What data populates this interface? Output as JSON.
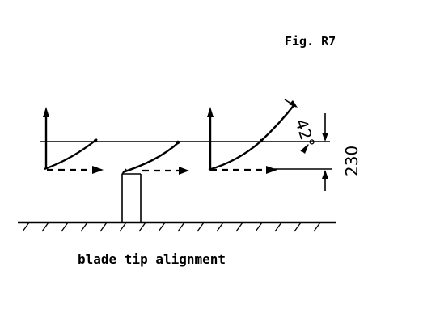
{
  "figure": {
    "fig_label": "Fig. R7",
    "caption": "blade tip alignment",
    "angle_label": "42°",
    "dimension_label": "230"
  }
}
